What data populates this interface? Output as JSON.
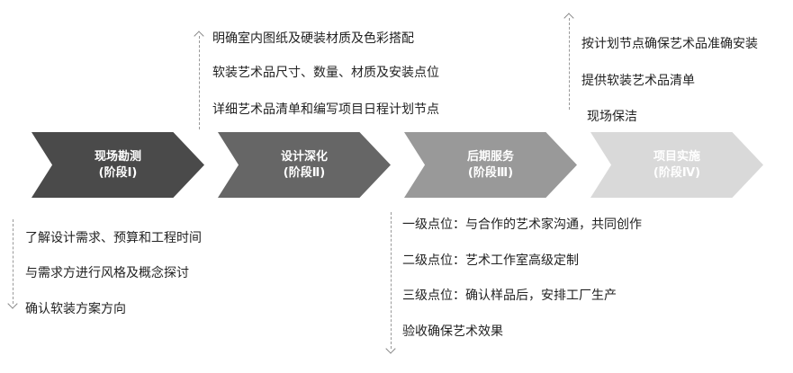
{
  "stages": [
    {
      "name": "现场勘测",
      "phase": "(阶段Ⅰ)"
    },
    {
      "name": "设计深化",
      "phase": "(阶段Ⅱ)"
    },
    {
      "name": "后期服务",
      "phase": "(阶段Ⅲ)"
    },
    {
      "name": "项目实施",
      "phase": "(阶段Ⅳ)"
    }
  ],
  "notes": {
    "stage1": [
      "了解设计需求、预算和工程时间",
      "与需求方进行风格及概念探讨",
      "确认软装方案方向"
    ],
    "stage2": [
      "明确室内图纸及硬装材质及色彩搭配",
      "软装艺术品尺寸、数量、材质及安装点位",
      "详细艺术品清单和编写项目日程计划节点"
    ],
    "stage3": [
      "一级点位：与合作的艺术家沟通，共同创作",
      "二级点位：艺术工作室高级定制",
      "三级点位：确认样品后，安排工厂生产",
      "验收确保艺术效果"
    ],
    "stage4": [
      "按计划节点确保艺术品准确安装",
      "提供软装艺术品清单",
      "现场保洁"
    ]
  },
  "colors": {
    "stage1": "#4a4a4a",
    "stage2": "#666666",
    "stage3": "#999999",
    "stage4": "#d9d9d9"
  }
}
